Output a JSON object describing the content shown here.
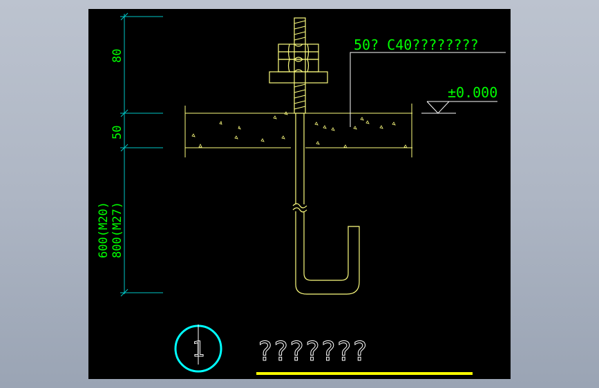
{
  "colors": {
    "background": "#000000",
    "dimension": "#00c8c8",
    "text": "#00ff00",
    "outline": "#ffff80",
    "symbol": "#00ffff",
    "title_bar": "#ffff00"
  },
  "dimensions": {
    "top": "80",
    "middle": "50",
    "bottom_line1": "600(M20)",
    "bottom_line2": "800(M27)"
  },
  "annotations": {
    "grout_note": "50? C40????????",
    "elevation": "±0.000"
  },
  "title_block": {
    "detail_number": "1",
    "title": "???????"
  }
}
